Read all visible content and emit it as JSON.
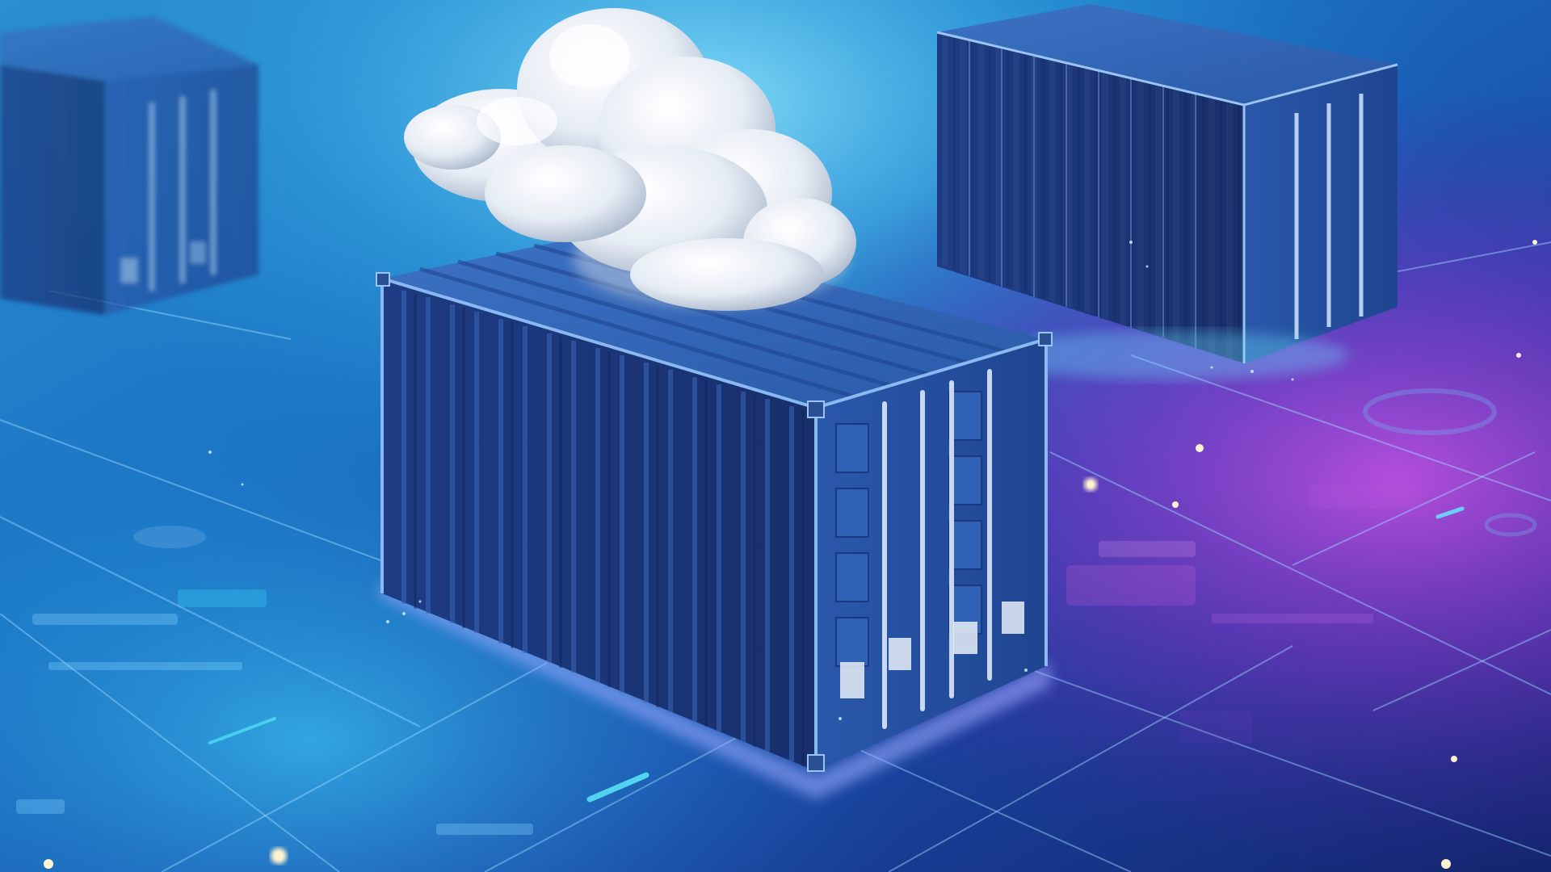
{
  "scene": {
    "subject": "shipping-containers-on-circuit-board",
    "palette": {
      "sky_top": "#2aa8d8",
      "sky_mid": "#1a6fc0",
      "deep_blue": "#0b2a7a",
      "navy": "#081a4e",
      "container_front": "#1f3f86",
      "container_side": "#2a56a6",
      "container_top": "#3a6cc0",
      "container_edge": "#7fb0e8",
      "cyan_glow": "#4fe0ff",
      "magenta_glow": "#c040e0",
      "purple": "#6a2ab0",
      "cloud": "#f2f4f8",
      "cloud_shade": "#b8c4d8",
      "light_dot": "#fff4d0"
    },
    "icons": {
      "main_container": "shipping-container",
      "back_left_container": "shipping-container",
      "back_right_container": "shipping-container",
      "cloud": "cloud",
      "circuit": "circuit-board"
    }
  }
}
